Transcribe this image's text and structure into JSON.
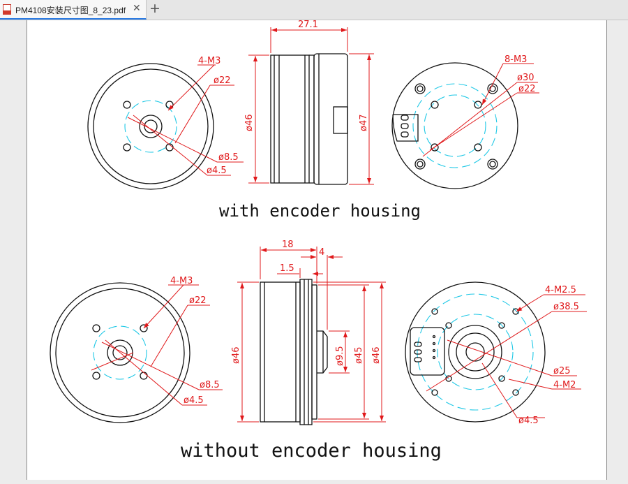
{
  "window": {
    "tab_title": "PM4108安装尺寸图_8_23.pdf",
    "close_glyph": "✕",
    "new_tab_glyph": "+"
  },
  "top_view": {
    "caption": "with encoder housing",
    "front": {
      "holes": "4-M3",
      "pcd": "ø22",
      "bore": "ø8.5",
      "shaft": "ø4.5"
    },
    "side": {
      "length": "27.1",
      "dia_left": "ø46",
      "dia_right": "ø47"
    },
    "back": {
      "holes": "8-M3",
      "pcd_outer": "ø30",
      "pcd_inner": "ø22"
    }
  },
  "bottom_view": {
    "caption": "without encoder housing",
    "front": {
      "holes": "4-M3",
      "pcd": "ø22",
      "bore": "ø8.5",
      "shaft": "ø4.5"
    },
    "side": {
      "len_body": "18",
      "len_hub": "4",
      "len_step": "1.5",
      "dia_left": "ø46",
      "dia_hub": "ø9.5",
      "dia_mid": "ø45",
      "dia_right": "ø46"
    },
    "back": {
      "holes_outer": "4-M2.5",
      "pcd_outer": "ø38.5",
      "dia_inner": "ø25",
      "holes_inner": "4-M2",
      "shaft": "ø4.5"
    }
  },
  "colors": {
    "dimension": "#e0191b",
    "centerline": "#1ec8e6",
    "outline": "#111111"
  }
}
